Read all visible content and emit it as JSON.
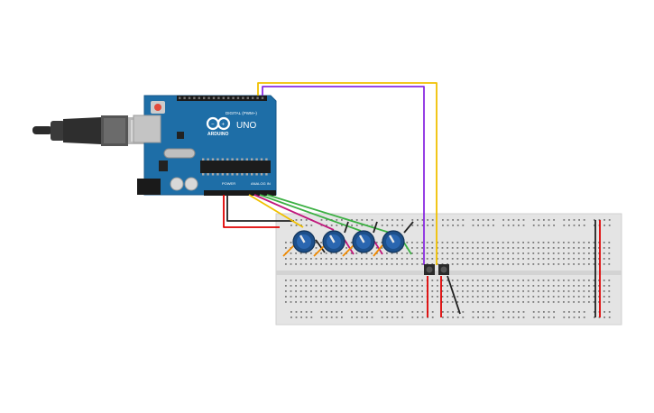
{
  "arduino": {
    "brand": "ARDUINO",
    "model": "UNO",
    "digital_header_label": "DIGITAL (PWM~)",
    "power_header_label": "POWER",
    "analog_header_label": "ANALOG IN",
    "board_color": "#1e6ea7"
  },
  "components": {
    "potentiometer_count": 4,
    "pushbutton_count": 2
  },
  "wire_colors": {
    "red": "#e00000",
    "black": "#222222",
    "yellow": "#f0c000",
    "purple": "#8a2be2",
    "green": "#3cb043",
    "orange": "#f08a00",
    "magenta": "#c0187c"
  }
}
